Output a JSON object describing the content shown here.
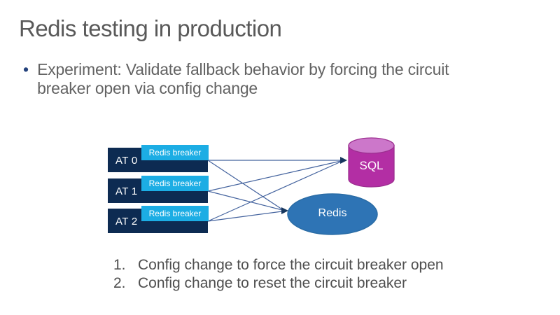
{
  "slide": {
    "title": "Redis testing in production",
    "bullet": {
      "marker": "•",
      "line1": "Experiment: Validate fallback behavior by forcing the circuit",
      "line2": "breaker open via config change"
    },
    "diagram": {
      "app_tiers": [
        {
          "label": "AT 0",
          "breaker_label": "Redis breaker"
        },
        {
          "label": "AT 1",
          "breaker_label": "Redis breaker"
        },
        {
          "label": "AT 2",
          "breaker_label": "Redis breaker"
        }
      ],
      "sql_node": {
        "label": "SQL",
        "shape": "cylinder"
      },
      "redis_node": {
        "label": "Redis",
        "shape": "ellipse"
      },
      "connections": [
        {
          "from": "AT 0",
          "to": "SQL"
        },
        {
          "from": "AT 0",
          "to": "Redis"
        },
        {
          "from": "AT 1",
          "to": "SQL"
        },
        {
          "from": "AT 1",
          "to": "Redis"
        },
        {
          "from": "AT 2",
          "to": "SQL"
        },
        {
          "from": "AT 2",
          "to": "Redis"
        }
      ],
      "colors": {
        "app_tier_navy": "#0D2B52",
        "breaker_cyan": "#1CADE4",
        "sql_magenta": "#B32EA4",
        "sql_top_light": "#CC77CA",
        "sql_outline": "#9C2F90",
        "redis_blue": "#2E74B5",
        "redis_outline": "#2A6CA5",
        "connector_line": "#44639E",
        "arrowhead": "#17375E"
      }
    },
    "steps": [
      {
        "number": "1.",
        "text": "Config change to force the circuit breaker open"
      },
      {
        "number": "2.",
        "text": "Config change to reset the circuit breaker"
      }
    ],
    "text_colors": {
      "title_gray": "#595959",
      "body_gray": "#636363",
      "steps_gray": "#4E4E4E",
      "bullet_navy": "#24427C"
    }
  }
}
